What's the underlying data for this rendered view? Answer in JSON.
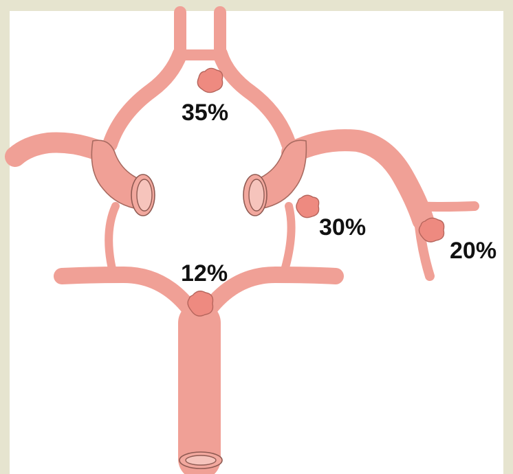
{
  "colors": {
    "background": "#e6e4cf",
    "panel": "#ffffff",
    "vessel_fill": "#f0a096",
    "vessel_outline": "#a86a60",
    "aneurysm_fill": "#ee8a80",
    "label_text": "#111111"
  },
  "aneurysm_labels": {
    "top": "35%",
    "right_mid": "30%",
    "far_right": "20%",
    "bottom": "12%"
  }
}
